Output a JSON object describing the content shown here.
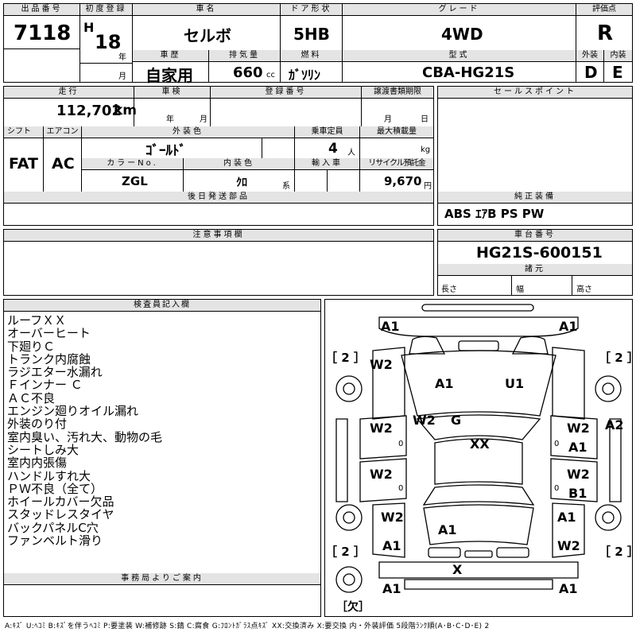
{
  "header": {
    "lot_label": "出品番号",
    "lot_number": "7118",
    "first_reg_label": "初度登録",
    "era": "H",
    "year": "18",
    "year_unit": "年",
    "month_unit": "月",
    "car_name_label": "車名",
    "car_name": "セルボ",
    "door_label": "ドア形状",
    "door": "5HB",
    "grade_label": "グレード",
    "grade": "4WD",
    "score_label": "評価点",
    "score": "R",
    "history_label": "車歴",
    "history": "自家用",
    "displacement_label": "排気量",
    "displacement": "660",
    "displacement_unit": "cc",
    "fuel_label": "燃料",
    "fuel": "ｶﾞｿﾘﾝ",
    "model_label": "型式",
    "model": "CBA-HG21S",
    "exterior_label": "外装",
    "exterior_score": "D",
    "interior_label": "内装",
    "interior_score": "E"
  },
  "row2": {
    "mileage_label": "走行",
    "mileage": "112,702",
    "mileage_unit": "km",
    "inspection_label": "車検",
    "year_unit": "年",
    "month_unit": "月",
    "reg_no_label": "登録番号",
    "transfer_label": "譲渡書類期限",
    "day_unit": "日",
    "sales_point_label": "セールスポイント",
    "shift_label": "シフト",
    "shift": "FAT",
    "aircon_label": "エアコン",
    "aircon": "AC",
    "color_label": "外装色",
    "color": "ｺﾞｰﾙﾄﾞ",
    "capacity_label": "乗車定員",
    "capacity": "4",
    "capacity_unit": "人",
    "load_label": "最大積載量",
    "load_unit": "kg",
    "color_no_label": "カラーNo.",
    "color_no": "ZGL",
    "interior_color_label": "内装色",
    "interior_color": "ｸﾛ",
    "interior_color_unit": "系",
    "import_label": "輸入車",
    "recycle_label": "リサイクル預託金",
    "recycle": "9,670",
    "recycle_unit": "円",
    "later_parts_label": "後日発送部品",
    "genuine_label": "純正装備",
    "genuine": "ABS ｴｱB PS PW"
  },
  "notes_section": {
    "caution_label": "注意事項欄",
    "chassis_label": "車台番号",
    "chassis": "HG21S-600151",
    "specs_label": "諸元",
    "length_label": "長さ",
    "width_label": "幅",
    "height_label": "高さ"
  },
  "inspector": {
    "label": "検査員記入欄",
    "notes": [
      "ルーフＸＸ",
      "オーバーヒート",
      "下廻りＣ",
      "トランク内腐蝕",
      "ラジエター水漏れ",
      "Ｆインナー Ｃ",
      "ＡＣ不良",
      "エンジン廻りオイル漏れ",
      "外装のり付",
      "室内臭い、汚れ大、動物の毛",
      "シートしみ大",
      "室内内張傷",
      "ハンドルすれ大",
      "ＰＷ不良（全て）",
      "ホイールカバー欠品",
      "スタッドレスタイヤ",
      "バックパネルC穴",
      "ファンベルト滑り"
    ],
    "office_label": "事務局よりご案内"
  },
  "diagram": {
    "marks": {
      "front_left": "A1",
      "front_right": "A1",
      "fl_fender": "W2",
      "hood_left": "A1",
      "hood_right": "U1",
      "windshield_l": "W2",
      "windshield": "G",
      "roof": "XX",
      "left_door_front": "W2",
      "left_door_rear": "W2",
      "right_door_front_a": "W2",
      "right_door_front_b": "A1",
      "right_side": "A2",
      "right_door_rear_a": "W2",
      "right_door_rear_b": "B1",
      "rl_quarter": "W2",
      "rl_bottom": "A1",
      "trunk": "A1",
      "rr_quarter_a": "A1",
      "rr_quarter_b": "W2",
      "rear_panel": "X",
      "rear_left": "A1",
      "rear_right": "A1"
    },
    "bracket_tl": "［ 2 ］",
    "bracket_tr": "［ 2 ］",
    "bracket_bl": "［ 2 ］",
    "bracket_br": "［ 2 ］",
    "zero_l1": "0",
    "zero_l2": "0",
    "zero_r1": "0",
    "zero_r2": "0",
    "missing": "［欠］"
  },
  "legend": "A:ｷｽﾞ U:ﾍｺﾐ B:ｷｽﾞを伴うﾍｺﾐ P:要塗装 W:補修跡 S:錆 C:腐食 G:ﾌﾛﾝﾄｶﾞﾗｽ点ｷｽﾞ XX:交換済み X:要交換 内・外装評価 5段階ﾗﾝｸ順(A･B･C･D･E) 2"
}
